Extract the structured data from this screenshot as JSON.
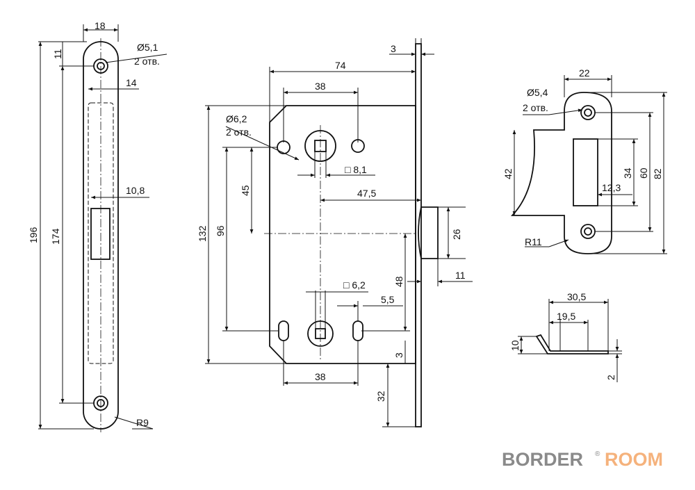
{
  "strike_plate": {
    "width": "18",
    "hole_offset": "11",
    "hole_dia": "Ø5,1",
    "hole_count": "2 отв.",
    "inner_width": "14",
    "slot_width": "10,8",
    "total_length": "196",
    "hole_spacing": "174",
    "radius": "R9"
  },
  "lock_body": {
    "faceplate_thickness": "3",
    "backset_total": "74",
    "hole_spacing_top": "38",
    "mount_hole_dia": "Ø6,2",
    "mount_hole_count": "2 отв.",
    "body_height": "132",
    "mount_spacing": "96",
    "follower_offset": "45",
    "follower_square": "□ 8,1",
    "backset": "47,5",
    "latch_height": "26",
    "latch_projection": "11",
    "follower_to_thumb": "48",
    "thumb_square": "□ 6,2",
    "thumb_offset": "5,5",
    "slot_offset": "3",
    "hole_spacing_bottom": "38",
    "bottom_offset": "32"
  },
  "strike": {
    "width": "22",
    "hole_dia": "Ø5,4",
    "hole_count": "2 отв.",
    "lip_height": "42",
    "slot_height": "34",
    "hole_spacing": "60",
    "total_height": "82",
    "slot_width": "12,3",
    "radius": "R11"
  },
  "profile": {
    "total_depth": "30,5",
    "lip_depth": "19,5",
    "lip_height": "10",
    "thickness": "2"
  },
  "logo": {
    "part1": "BORDER",
    "reg": "®",
    "part2": "ROOM",
    "color1": "#8a8a8a",
    "color2": "#f5b27c"
  }
}
